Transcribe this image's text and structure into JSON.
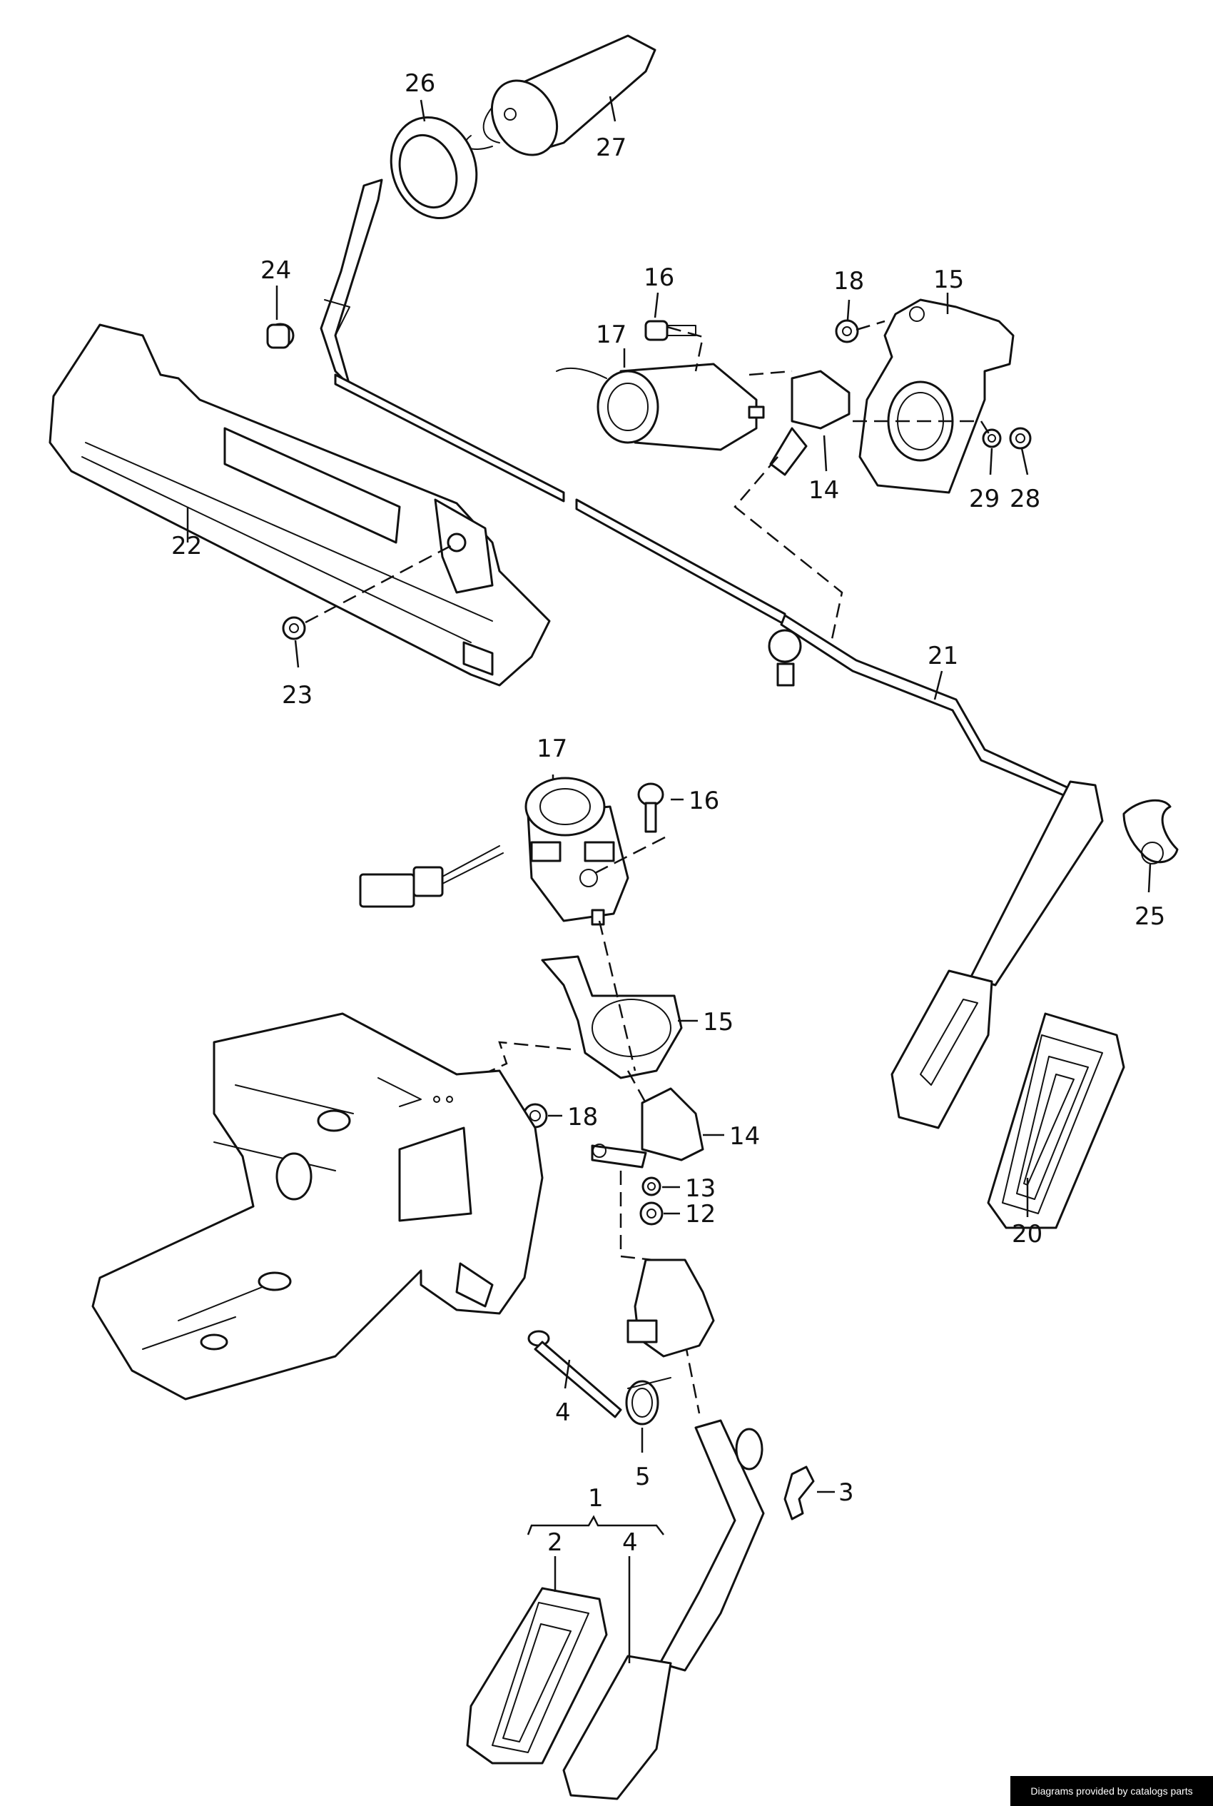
{
  "labels": {
    "p1": "1",
    "p2": "2",
    "p3": "3",
    "p4a": "4",
    "p4b": "4",
    "p5": "5",
    "p12": "12",
    "p13": "13",
    "p14a": "14",
    "p14b": "14",
    "p15a": "15",
    "p15b": "15",
    "p16a": "16",
    "p16b": "16",
    "p17a": "17",
    "p17b": "17",
    "p18a": "18",
    "p18b": "18",
    "p20": "20",
    "p21": "21",
    "p22": "22",
    "p23": "23",
    "p24": "24",
    "p25": "25",
    "p26": "26",
    "p27": "27",
    "p28": "28",
    "p29": "29"
  },
  "credit": "Diagrams provided by catalogs parts"
}
